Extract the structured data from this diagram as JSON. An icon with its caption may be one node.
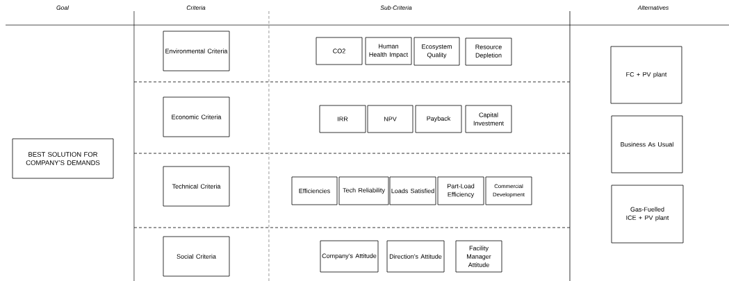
{
  "diagram": {
    "nodes": [
      {
        "text": [
          "BEST SOLUTION FOR COMPANY’S DEMANDS"
        ]
      },
      {
        "text": [
          "Environmental Criteria"
        ]
      },
      {
        "text": [
          "Economic Criteria"
        ]
      },
      {
        "text": [
          "Technical Criteria"
        ]
      },
      {
        "text": [
          "Social Criteria"
        ]
      },
      {
        "text": [
          "CO2"
        ]
      },
      {
        "text": [
          "Human Health Impact"
        ]
      },
      {
        "text": [
          "Ecosystem Quality"
        ]
      },
      {
        "text": [
          "Resource Depletion"
        ]
      },
      {
        "text": [
          "IRR"
        ]
      },
      {
        "text": [
          "NPV"
        ]
      },
      {
        "text": [
          "Payback"
        ]
      },
      {
        "text": [
          "Capital Investment"
        ]
      },
      {
        "text": [
          "Efficiencies"
        ]
      },
      {
        "text": [
          "Tech Reliability"
        ]
      },
      {
        "text": [
          "Loads Satisfied"
        ]
      },
      {
        "text": [
          "Part-Load Efficiency"
        ]
      },
      {
        "text": [
          "Commercial Development"
        ]
      },
      {
        "text": [
          "Company’s Attitude"
        ]
      },
      {
        "text": [
          "Direction’s Attitude"
        ]
      },
      {
        "text": [
          "Facility Manager Attitude"
        ]
      },
      {
        "text": [
          "FC + PV plant"
        ]
      },
      {
        "text": [
          "Business As Usual"
        ]
      },
      {
        "text": [
          "Gas-Fuelled ICE + PV plant"
        ]
      }
    ],
    "labels": [
      "Goal",
      "Criteria",
      "Sub-Criteria",
      "Alternatives"
    ]
  }
}
